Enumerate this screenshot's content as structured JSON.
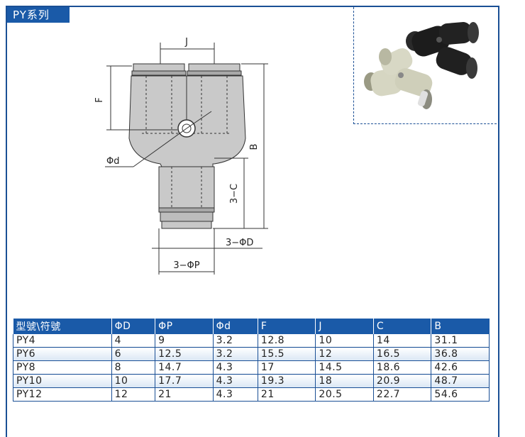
{
  "series_title": "PY系列",
  "drawing": {
    "dim_J": "J",
    "dim_F": "F",
    "dim_B": "B",
    "dim_C": "3−C",
    "dim_phi_d": "Φd",
    "dim_phi_D": "3−ΦD",
    "dim_phi_P": "3−ΦP"
  },
  "table": {
    "headers": [
      "型號\\符號",
      "ΦD",
      "ΦP",
      "Φd",
      "F",
      "J",
      "C",
      "B"
    ],
    "rows": [
      [
        "PY4",
        "4",
        "9",
        "3.2",
        "12.8",
        "10",
        "14",
        "31.1"
      ],
      [
        "PY6",
        "6",
        "12.5",
        "3.2",
        "15.5",
        "12",
        "16.5",
        "36.8"
      ],
      [
        "PY8",
        "8",
        "14.7",
        "4.3",
        "17",
        "14.5",
        "18.6",
        "42.6"
      ],
      [
        "PY10",
        "10",
        "17.7",
        "4.3",
        "19.3",
        "18",
        "20.9",
        "48.7"
      ],
      [
        "PY12",
        "12",
        "21",
        "4.3",
        "21",
        "20.5",
        "22.7",
        "54.6"
      ]
    ]
  }
}
